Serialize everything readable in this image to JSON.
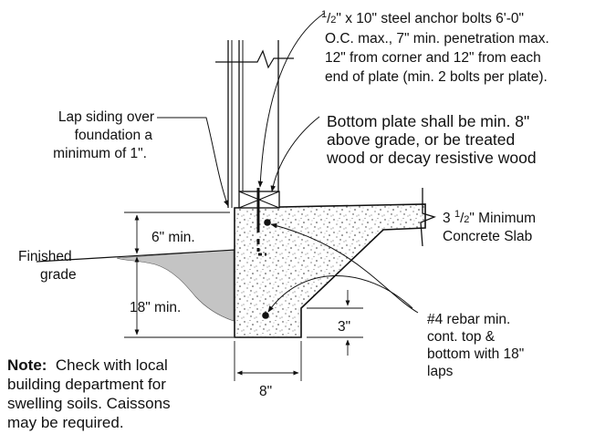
{
  "diagram": {
    "anchor_bolts": {
      "line1_frac_num": "1",
      "line1_frac_den": "2",
      "line1_rest": "\" x 10\" steel anchor bolts 6'-0\"",
      "line2": "O.C. max., 7\" min. penetration max.",
      "line3": "12\" from corner and 12\" from each",
      "line4": "end of plate (min. 2 bolts per plate)."
    },
    "lap_siding": {
      "line1": "Lap siding over",
      "line2": "foundation a",
      "line3": "minimum of 1\"."
    },
    "bottom_plate": {
      "line1": "Bottom plate shall be min. 8\"",
      "line2": "above grade, or be treated",
      "line3": "wood or decay resistive wood"
    },
    "slab": {
      "whole": "3 ",
      "frac_num": "1",
      "frac_den": "2",
      "rest": "\" Minimum",
      "line2": "Concrete Slab"
    },
    "dim_6min": "6\" min.",
    "finished_grade": {
      "line1": "Finished",
      "line2": "grade"
    },
    "dim_18min": "18\" min.",
    "dim_3": "3\"",
    "rebar": {
      "line1": "#4 rebar min.",
      "line2": "cont. top &",
      "line3": "bottom with 18\"",
      "line4": "laps"
    },
    "dim_8": "8\"",
    "note": {
      "title": "Note:",
      "line1_rest": "  Check with local",
      "line2": "building department for",
      "line3": "swelling soils.  Caissons",
      "line4": "may be required."
    }
  }
}
